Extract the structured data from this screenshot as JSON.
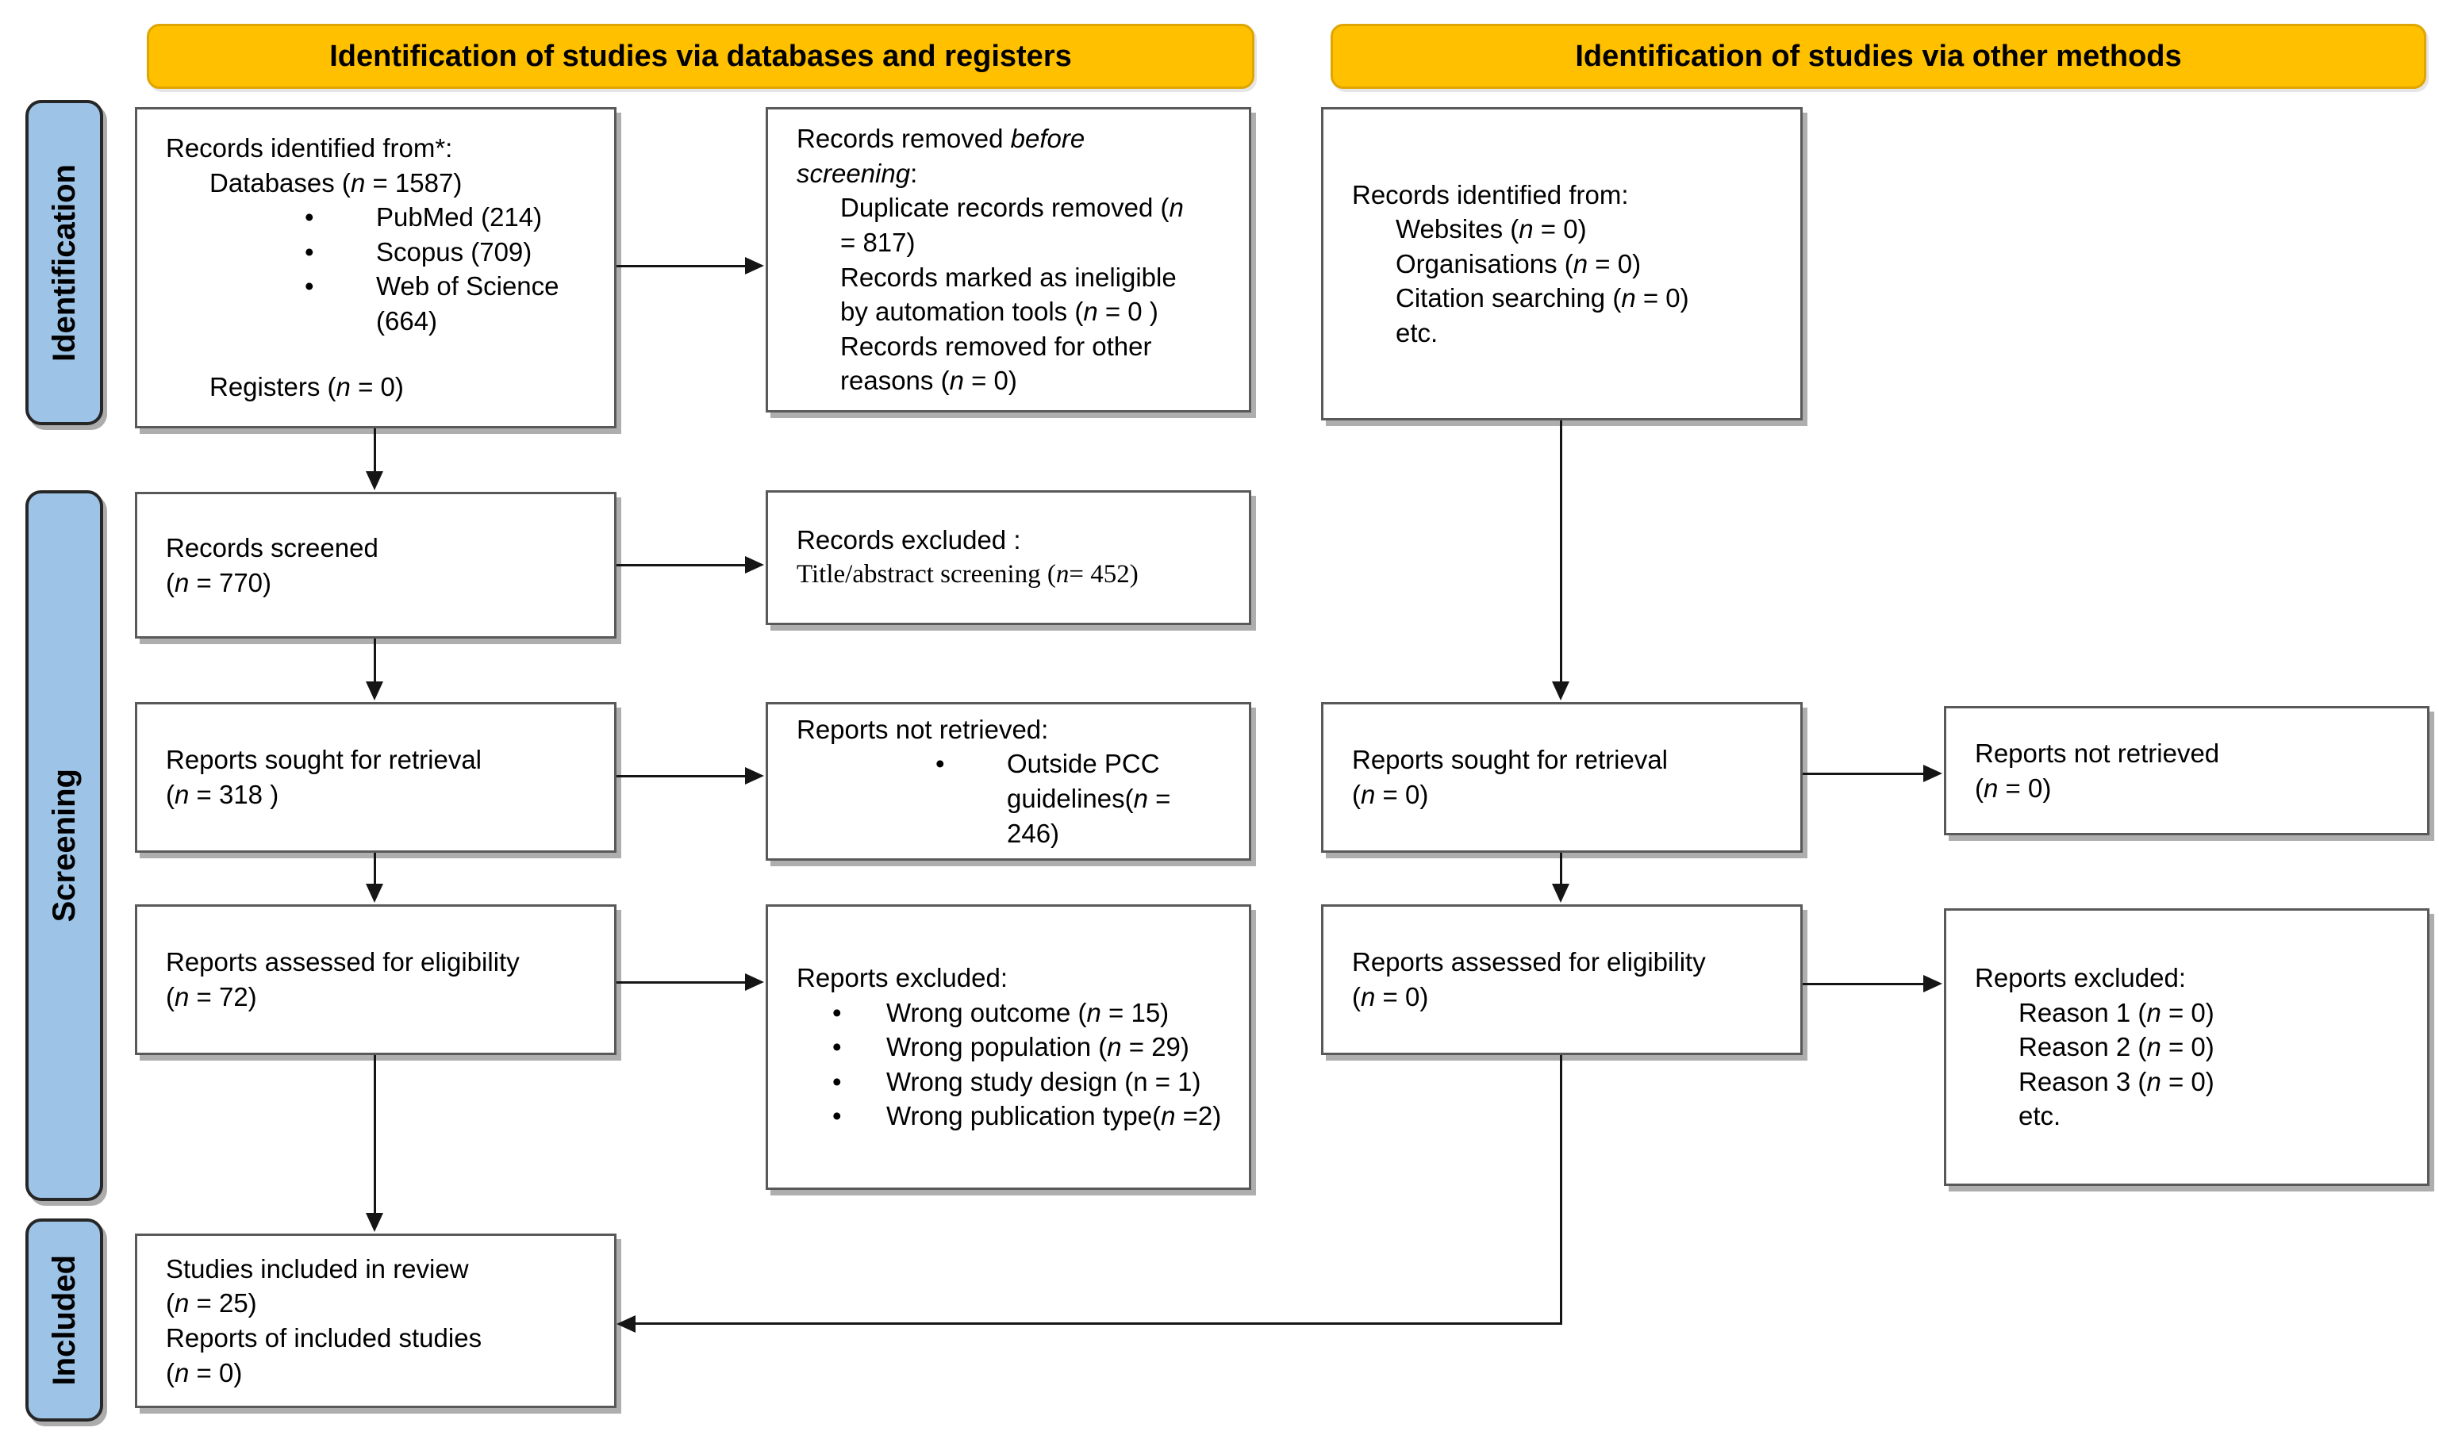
{
  "headers": {
    "left": "Identification of studies via databases and registers",
    "right": "Identification of studies via other methods"
  },
  "sidebar": {
    "identification": "Identification",
    "screening": "Screening",
    "included": "Included"
  },
  "colors": {
    "header_bg": "#FFC000",
    "header_border": "#DFA500",
    "sidebar_bg": "#9DC3E6",
    "box_border": "#595959",
    "arrow": "#151515"
  },
  "boxes": {
    "records_identified_db": {
      "lines": [
        {
          "t": "Records identified from*:"
        },
        {
          "t": "Databases ({i}n{/i} = 1587)",
          "ind": 1
        },
        {
          "t": "PubMed (214)",
          "ind": 2,
          "bullet": true
        },
        {
          "t": "Scopus (709)",
          "ind": 2,
          "bullet": true
        },
        {
          "t": "Web of Science (664)",
          "ind": 2,
          "bullet": true
        },
        {
          "t": ""
        },
        {
          "t": "Registers ({i}n{/i} = 0)",
          "ind": 1
        }
      ]
    },
    "records_removed": {
      "lines": [
        {
          "t": "Records removed {i}before screening{/i}:"
        },
        {
          "t": "Duplicate records removed ({i}n{/i} = 817)",
          "ind": 1
        },
        {
          "t": "Records marked as ineligible by automation tools ({i}n{/i} = 0 )",
          "ind": 1
        },
        {
          "t": "Records removed for other reasons ({i}n{/i} = 0)",
          "ind": 1
        }
      ]
    },
    "records_identified_other": {
      "lines": [
        {
          "t": "Records identified from:"
        },
        {
          "t": "Websites ({i}n{/i} = 0)",
          "ind": 1
        },
        {
          "t": "Organisations ({i}n{/i} = 0)",
          "ind": 1
        },
        {
          "t": "Citation searching ({i}n{/i} = 0)",
          "ind": 1
        },
        {
          "t": "etc.",
          "ind": 1
        }
      ]
    },
    "records_screened": {
      "lines": [
        {
          "t": "Records screened"
        },
        {
          "t": "({i}n{/i} = 770)"
        }
      ]
    },
    "records_excluded_screening": {
      "lines": [
        {
          "t": "Records excluded :"
        },
        {
          "t": "Title/abstract screening ({i}n{/i}= 452)",
          "serif": true
        }
      ]
    },
    "reports_sought_db": {
      "lines": [
        {
          "t": "Reports sought for retrieval"
        },
        {
          "t": "({i}n{/i} = 318 )"
        }
      ]
    },
    "reports_not_retrieved_db": {
      "lines": [
        {
          "t": "Reports not retrieved:"
        },
        {
          "t": "Outside PCC guidelines({i}n{/i} = 246)",
          "ind": 2,
          "bullet": true
        }
      ]
    },
    "reports_assessed_db": {
      "lines": [
        {
          "t": "Reports assessed for eligibility"
        },
        {
          "t": "({i}n{/i} = 72)"
        }
      ]
    },
    "reports_excluded_db": {
      "lines": [
        {
          "t": "Reports excluded:"
        },
        {
          "t": "Wrong outcome ({i}n{/i} = 15)",
          "ind": 1,
          "bullet": true
        },
        {
          "t": "Wrong population ({i}n{/i} = 29)",
          "ind": 1,
          "bullet": true
        },
        {
          "t": "Wrong study design (n = 1)",
          "ind": 1,
          "bullet": true
        },
        {
          "t": "Wrong publication type({i}n{/i} =2)",
          "ind": 1,
          "bullet": true
        }
      ]
    },
    "reports_sought_other": {
      "lines": [
        {
          "t": "Reports sought for retrieval"
        },
        {
          "t": "({i}n{/i} = 0)"
        }
      ]
    },
    "reports_not_retrieved_other": {
      "lines": [
        {
          "t": "Reports not retrieved"
        },
        {
          "t": "({i}n{/i} = 0)"
        }
      ]
    },
    "reports_assessed_other": {
      "lines": [
        {
          "t": "Reports assessed for eligibility"
        },
        {
          "t": "({i}n{/i} = 0)"
        }
      ]
    },
    "reports_excluded_other": {
      "lines": [
        {
          "t": "Reports excluded:"
        },
        {
          "t": "Reason 1 ({i}n{/i} = 0)",
          "ind": 1
        },
        {
          "t": "Reason 2 ({i}n{/i} = 0)",
          "ind": 1
        },
        {
          "t": "Reason 3 ({i}n{/i} = 0)",
          "ind": 1
        },
        {
          "t": "etc.",
          "ind": 1
        }
      ]
    },
    "studies_included": {
      "lines": [
        {
          "t": "Studies included in review"
        },
        {
          "t": "({i}n{/i} = 25)"
        },
        {
          "t": "Reports of included studies"
        },
        {
          "t": "({i}n{/i} = 0)"
        }
      ]
    }
  }
}
